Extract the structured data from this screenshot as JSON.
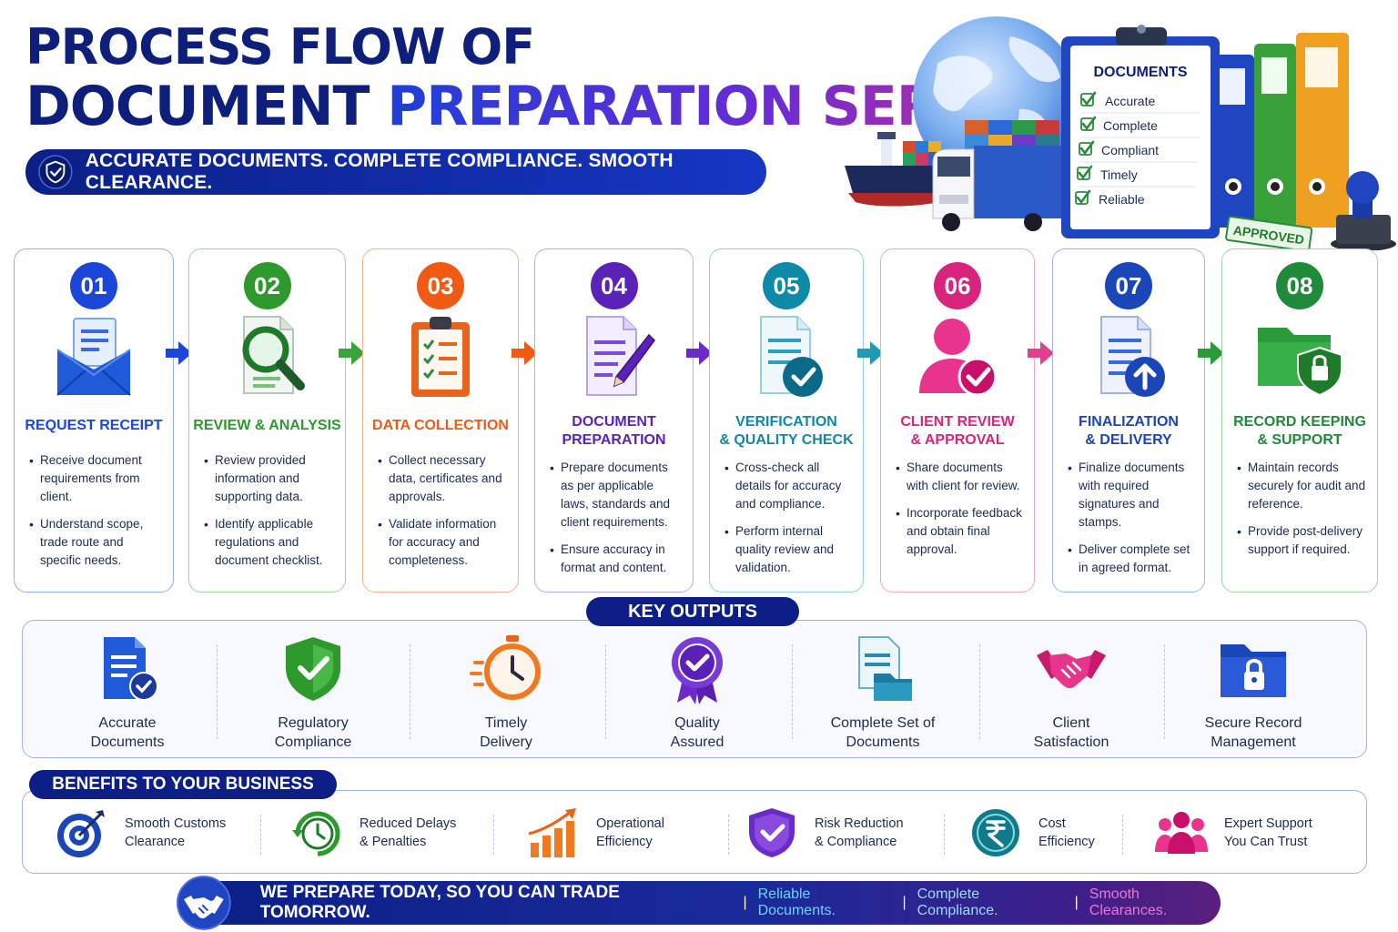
{
  "title": {
    "line1": "PROCESS FLOW OF",
    "line2a": "DOCUMENT ",
    "line2b": "PREPARATION SERVICE"
  },
  "tagline": "ACCURATE DOCUMENTS. COMPLETE COMPLIANCE. SMOOTH CLEARANCE.",
  "hero": {
    "clipboard_title": "DOCUMENTS",
    "checklist": [
      "Accurate",
      "Complete",
      "Compliant",
      "Timely",
      "Reliable"
    ],
    "stamp": "APPROVED"
  },
  "steps": [
    {
      "num": "01",
      "title": "REQUEST RECEIPT",
      "color": "#1b46d8",
      "icon": "envelope-icon",
      "bullets": [
        "Receive document requirements from client.",
        "Understand scope, trade route and specific needs."
      ]
    },
    {
      "num": "02",
      "title": "REVIEW & ANALYSIS",
      "color": "#2e9a2e",
      "icon": "magnifier-icon",
      "bullets": [
        "Review provided information and supporting data.",
        "Identify applicable regulations and document checklist."
      ]
    },
    {
      "num": "03",
      "title": "DATA COLLECTION",
      "color": "#f05a12",
      "icon": "clipboard-checklist-icon",
      "bullets": [
        "Collect necessary data, certificates and approvals.",
        "Validate information for accuracy and completeness."
      ]
    },
    {
      "num": "04",
      "title_l1": "DOCUMENT",
      "title_l2": "PREPARATION",
      "color": "#6a2bc8",
      "icon": "document-pen-icon",
      "bullets": [
        "Prepare documents as per applicable laws, standards and client requirements.",
        "Ensure accuracy in format and content."
      ]
    },
    {
      "num": "05",
      "title_l1": "VERIFICATION",
      "title_l2": "& QUALITY CHECK",
      "color": "#0f89a8",
      "icon": "document-check-icon",
      "bullets": [
        "Cross-check all details for accuracy and compliance.",
        "Perform internal quality review and validation."
      ]
    },
    {
      "num": "06",
      "title_l1": "CLIENT REVIEW",
      "title_l2": "& APPROVAL",
      "color": "#d8247c",
      "icon": "user-check-icon",
      "bullets": [
        "Share documents with client for review.",
        "Incorporate feedback and obtain final approval."
      ]
    },
    {
      "num": "07",
      "title_l1": "FINALIZATION",
      "title_l2": "& DELIVERY",
      "color": "#1b46b8",
      "icon": "document-upload-icon",
      "bullets": [
        "Finalize documents with required signatures and stamps.",
        "Deliver complete set in agreed format."
      ]
    },
    {
      "num": "08",
      "title_l1": "RECORD KEEPING",
      "title_l2": "& SUPPORT",
      "color": "#1f8a3a",
      "icon": "folder-lock-icon",
      "bullets": [
        "Maintain records securely for audit and reference.",
        "Provide post-delivery support if required."
      ]
    }
  ],
  "key_outputs": {
    "label": "KEY OUTPUTS",
    "items": [
      {
        "l1": "Accurate",
        "l2": "Documents",
        "icon": "document-badge-icon"
      },
      {
        "l1": "Regulatory",
        "l2": "Compliance",
        "icon": "shield-check-icon"
      },
      {
        "l1": "Timely",
        "l2": "Delivery",
        "icon": "stopwatch-icon"
      },
      {
        "l1": "Quality",
        "l2": "Assured",
        "icon": "quality-badge-icon"
      },
      {
        "l1": "Complete Set of",
        "l2": "Documents",
        "icon": "document-folder-icon"
      },
      {
        "l1": "Client",
        "l2": "Satisfaction",
        "icon": "handshake-icon"
      },
      {
        "l1": "Secure Record",
        "l2": "Management",
        "icon": "secure-folder-icon"
      }
    ]
  },
  "benefits": {
    "label": "BENEFITS TO YOUR BUSINESS",
    "items": [
      {
        "l1": "Smooth Customs",
        "l2": "Clearance",
        "icon": "target-icon"
      },
      {
        "l1": "Reduced Delays",
        "l2": "& Penalties",
        "icon": "clock-icon"
      },
      {
        "l1": "Operational",
        "l2": "Efficiency",
        "icon": "growth-chart-icon"
      },
      {
        "l1": "Risk Reduction",
        "l2": "& Compliance",
        "icon": "shield-icon"
      },
      {
        "l1": "Cost",
        "l2": "Efficiency",
        "icon": "rupee-icon"
      },
      {
        "l1": "Expert Support",
        "l2": "You Can Trust",
        "icon": "team-icon"
      }
    ]
  },
  "footer": {
    "main": "WE PREPARE TODAY, SO YOU CAN TRADE TOMORROW.",
    "sep": "|",
    "s1": "Reliable Documents.",
    "s2": "Complete Compliance.",
    "s3": "Smooth Clearances."
  }
}
